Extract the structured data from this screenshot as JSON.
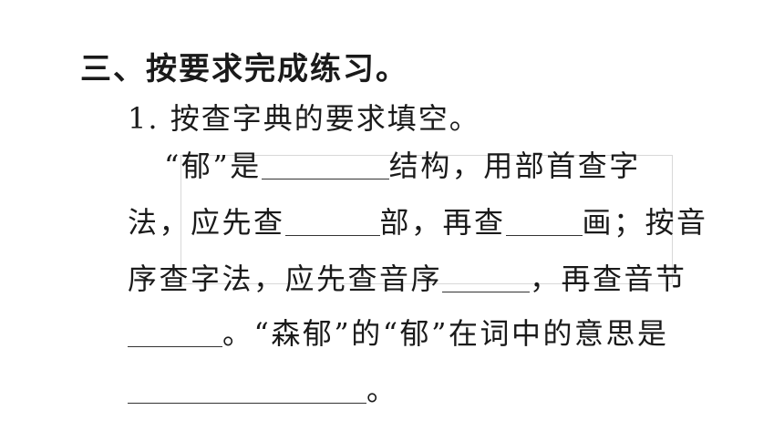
{
  "section": {
    "title": "三、按要求完成练习。"
  },
  "question": {
    "title": "1. 按查字典的要求填空。"
  },
  "lines": {
    "l1_a": "“郁”是",
    "l1_b": "结构，用部首查字",
    "l2_a": "法，应先查",
    "l2_b": "部，再查",
    "l2_c": "画；按音",
    "l3_a": "序查字法，应先查音序",
    "l3_b": "，再查音节",
    "l4_a": "。“森郁”的“郁”在词中的意思是",
    "l5_a": "。"
  }
}
